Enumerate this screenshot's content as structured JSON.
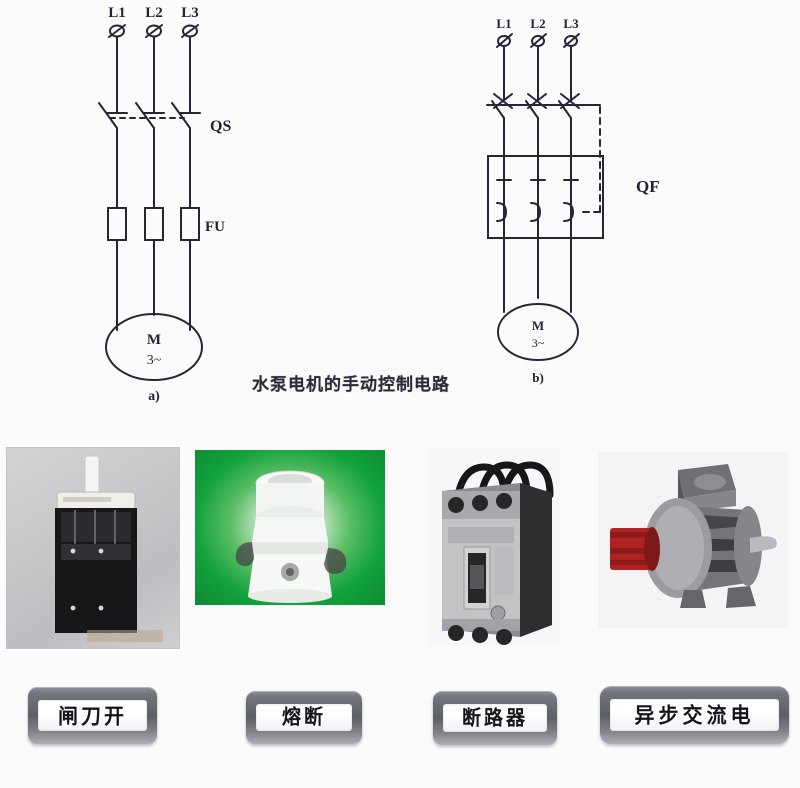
{
  "caption": "水泵电机的手动控制电路",
  "diagram_a": {
    "id": "a)",
    "phase_labels": [
      "L1",
      "L2",
      "L3"
    ],
    "switch_label": "QS",
    "fuse_label": "FU",
    "motor_label": "M",
    "motor_sub": "3~"
  },
  "diagram_b": {
    "id": "b)",
    "phase_labels": [
      "L1",
      "L2",
      "L3"
    ],
    "breaker_label": "QF",
    "motor_label": "M",
    "motor_sub": "3~"
  },
  "photos": [
    {
      "name": "knife-switch-photo",
      "alt": "闸刀开关"
    },
    {
      "name": "fuse-photo",
      "alt": "熔断器"
    },
    {
      "name": "circuit-breaker-photo",
      "alt": "断路器"
    },
    {
      "name": "induction-motor-photo",
      "alt": "异步交流电动机"
    }
  ],
  "labels": [
    {
      "text": "闸刀开"
    },
    {
      "text": "熔断"
    },
    {
      "text": "断路器"
    },
    {
      "text": "异步交流电"
    }
  ],
  "colors": {
    "background": "#fbfbfb",
    "ink": "#242438",
    "label_plate": "#ffffff",
    "label_body": "#6a6c73",
    "fuse_bg_green": "#12a23c",
    "motor_fan_red": "#b32222"
  }
}
